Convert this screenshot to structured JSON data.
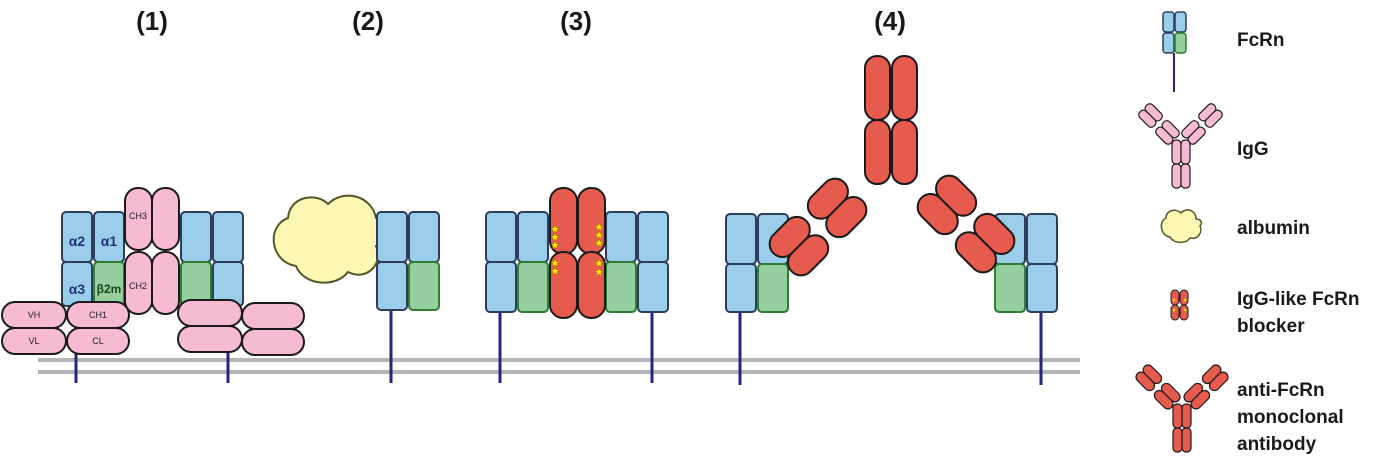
{
  "panels": {
    "p1": "(1)",
    "p2": "(2)",
    "p3": "(3)",
    "p4": "(4)"
  },
  "domains": {
    "a1": "α1",
    "a2": "α2",
    "a3": "α3",
    "b2m": "β2m",
    "ch1": "CH1",
    "ch2": "CH2",
    "ch3": "CH3",
    "cl": "CL",
    "vh": "VH",
    "vl": "VL"
  },
  "legend": {
    "fcrn": "FcRn",
    "igg": "IgG",
    "albumin": "albumin",
    "blocker_line1": "IgG-like FcRn",
    "blocker_line2": "blocker",
    "mab_line1": "anti-FcRn",
    "mab_line2": "monoclonal",
    "mab_line3": "antibody"
  },
  "colors": {
    "fcrn_blue": "#99cdea",
    "b2m_green": "#95cf9f",
    "igg_pink": "#f6bad4",
    "albumin_yellow": "#fdf7b4",
    "blocker_red": "#e65b4d",
    "membrane": "#b5b5b5",
    "stalk": "#26267a"
  }
}
